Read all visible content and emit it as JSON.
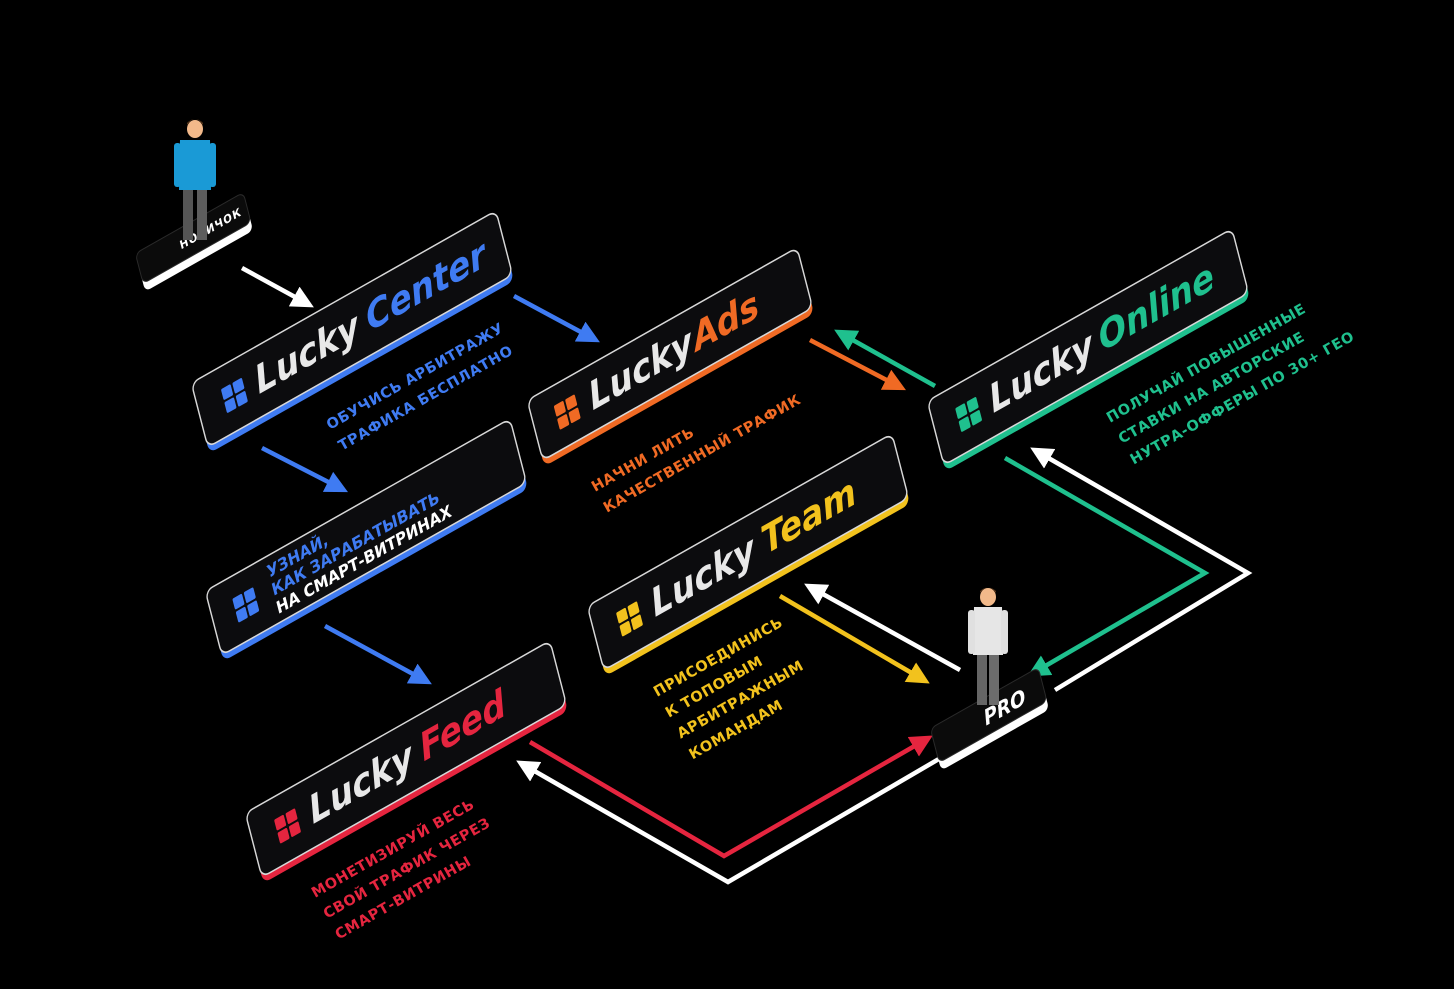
{
  "colors": {
    "background": "#000000",
    "blue": "#3f7bf2",
    "orange": "#f06a24",
    "green": "#1fc08e",
    "yellow": "#f2c21d",
    "red": "#e5253f",
    "white": "#ffffff"
  },
  "nodes": {
    "start": {
      "label": "НОВИЧОК"
    },
    "end": {
      "label": "PRO"
    }
  },
  "brand_word": "Lucky",
  "cards": [
    {
      "id": "center",
      "suffix": "Center",
      "color": "#3f7bf2"
    },
    {
      "id": "ads",
      "suffix": "Ads",
      "color": "#f06a24"
    },
    {
      "id": "online",
      "suffix": "Online",
      "color": "#1fc08e"
    },
    {
      "id": "team",
      "suffix": "Team",
      "color": "#f2c21d"
    },
    {
      "id": "feed",
      "suffix": "Feed",
      "color": "#e5253f"
    }
  ],
  "info_card": {
    "lines": [
      {
        "text": "УЗНАЙ,",
        "color": "#3f7bf2"
      },
      {
        "text": "КАК ЗАРАБАТЫВАТЬ",
        "color": "#3f7bf2"
      },
      {
        "text": "НА СМАРТ-ВИТРИНАХ",
        "color": "#ffffff"
      }
    ]
  },
  "captions": {
    "center": [
      "ОБУЧИСЬ АРБИТРАЖУ",
      "ТРАФИКА БЕСПЛАТНО"
    ],
    "ads": [
      "НАЧНИ ЛИТЬ",
      "КАЧЕСТВЕННЫЙ ТРАФИК"
    ],
    "online": [
      "ПОЛУЧАЙ ПОВЫШЕННЫЕ",
      "СТАВКИ НА АВТОРСКИЕ",
      "НУТРА-ОФФЕРЫ ПО 30+ ГЕО"
    ],
    "team": [
      "ПРИСОЕДИНИСЬ",
      "К ТОПОВЫМ",
      "АРБИТРАЖНЫМ",
      "КОМАНДАМ"
    ],
    "feed": [
      "МОНЕТИЗИРУЙ ВЕСЬ",
      "СВОЙ ТРАФИК ЧЕРЕЗ",
      "СМАРТ-ВИТРИНЫ"
    ]
  },
  "icons": {
    "card_logo": "four-tile-logo-icon",
    "person": "person-icon"
  }
}
